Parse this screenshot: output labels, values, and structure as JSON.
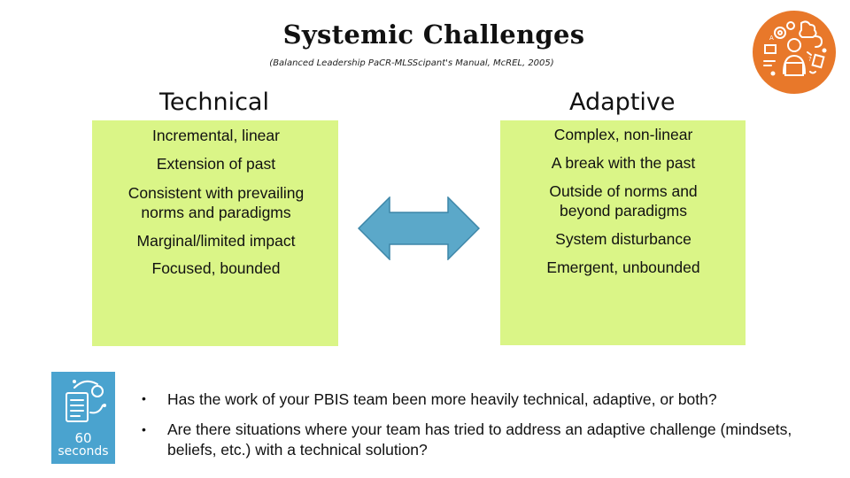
{
  "slide": {
    "title": "Systemic Challenges",
    "subtitle": "(Balanced Leadership PaCR-MLSScipant's Manual, McREL, 2005)"
  },
  "technical": {
    "heading": "Technical",
    "items": [
      "Incremental, linear",
      "Extension of past",
      "Consistent with prevailing norms and paradigms",
      "Marginal/limited impact",
      "Focused, bounded"
    ]
  },
  "adaptive": {
    "heading": "Adaptive",
    "items": [
      "Complex, non-linear",
      "A break with the past",
      "Outside of norms and beyond paradigms",
      "System disturbance",
      "Emergent, unbounded"
    ]
  },
  "timer": {
    "number": "60",
    "unit": "seconds"
  },
  "questions": [
    "Has the work of your PBIS team been more heavily technical, adaptive, or both?",
    "Are there situations where your team has tried to address an adaptive challenge (mindsets, beliefs, etc.) with a technical solution?"
  ],
  "colors": {
    "panel": "#daf587",
    "arrow": "#5ba8c9",
    "badge": "#e8782a",
    "timer": "#4aa3cf"
  }
}
